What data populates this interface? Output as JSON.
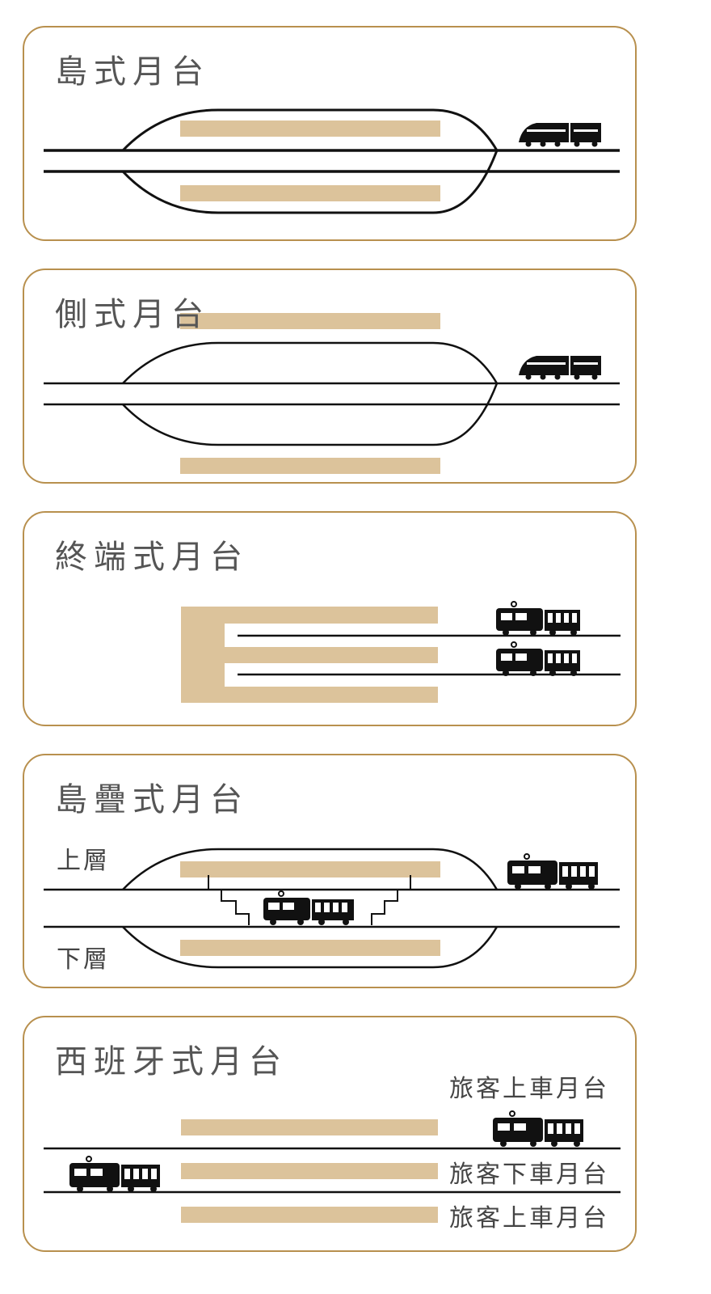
{
  "panels": [
    {
      "title": "島式月台"
    },
    {
      "title": "側式月台"
    },
    {
      "title": "終端式月台"
    },
    {
      "title": "島疊式月台",
      "upper_label": "上層",
      "lower_label": "下層"
    },
    {
      "title": "西班牙式月台",
      "platform_labels": [
        "旅客上車月台",
        "旅客下車月台",
        "旅客上車月台"
      ]
    }
  ],
  "colors": {
    "border": "#b8904e",
    "platform": "#dcc39b",
    "track": "#111111",
    "text": "#555555"
  }
}
